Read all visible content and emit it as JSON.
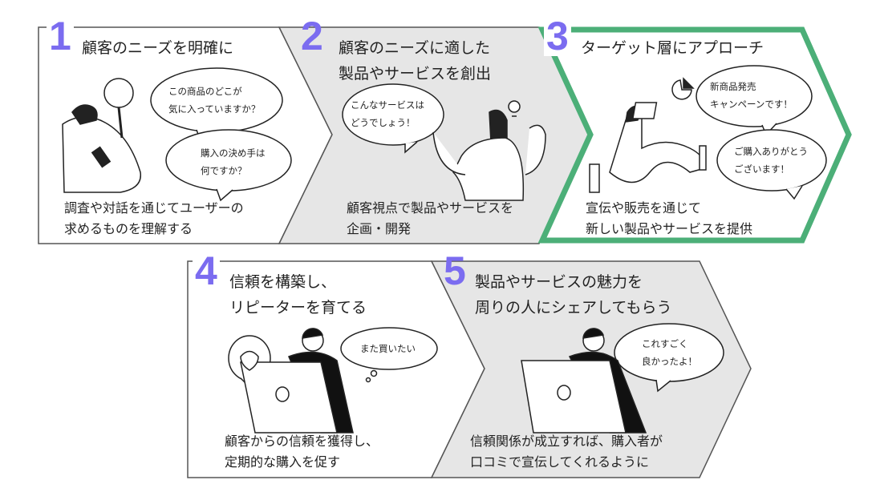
{
  "accent_color": "#7b6cf0",
  "highlight_color": "#4caf78",
  "steps": [
    {
      "number": "1",
      "title": "顧客のニーズを明確に",
      "bubbles": [
        "この商品のどこが\n気に入っていますか？",
        "購入の決め手は\n何ですか？"
      ],
      "description": "調査や対話を通じてユーザーの\n求めるものを理解する"
    },
    {
      "number": "2",
      "title": "顧客のニーズに適した\n製品やサービスを創出",
      "bubbles": [
        "こんなサービスは\nどうでしょう！"
      ],
      "description": "顧客視点で製品やサービスを\n企画・開発"
    },
    {
      "number": "3",
      "title": "ターゲット層にアプローチ",
      "bubbles": [
        "新商品発売\nキャンペーンです！",
        "ご購入ありがとう\nございます！"
      ],
      "description": "宣伝や販売を通じて\n新しい製品やサービスを提供"
    },
    {
      "number": "4",
      "title": "信頼を構築し、\nリピーターを育てる",
      "bubbles": [
        "また買いたい"
      ],
      "description": "顧客からの信頼を獲得し、\n定期的な購入を促す"
    },
    {
      "number": "5",
      "title": "製品やサービスの魅力を\n周りの人にシェアしてもらう",
      "bubbles": [
        "これすごく\n良かったよ！"
      ],
      "description": "信頼関係が成立すれば、購入者が\n口コミで宣伝してくれるように"
    }
  ]
}
